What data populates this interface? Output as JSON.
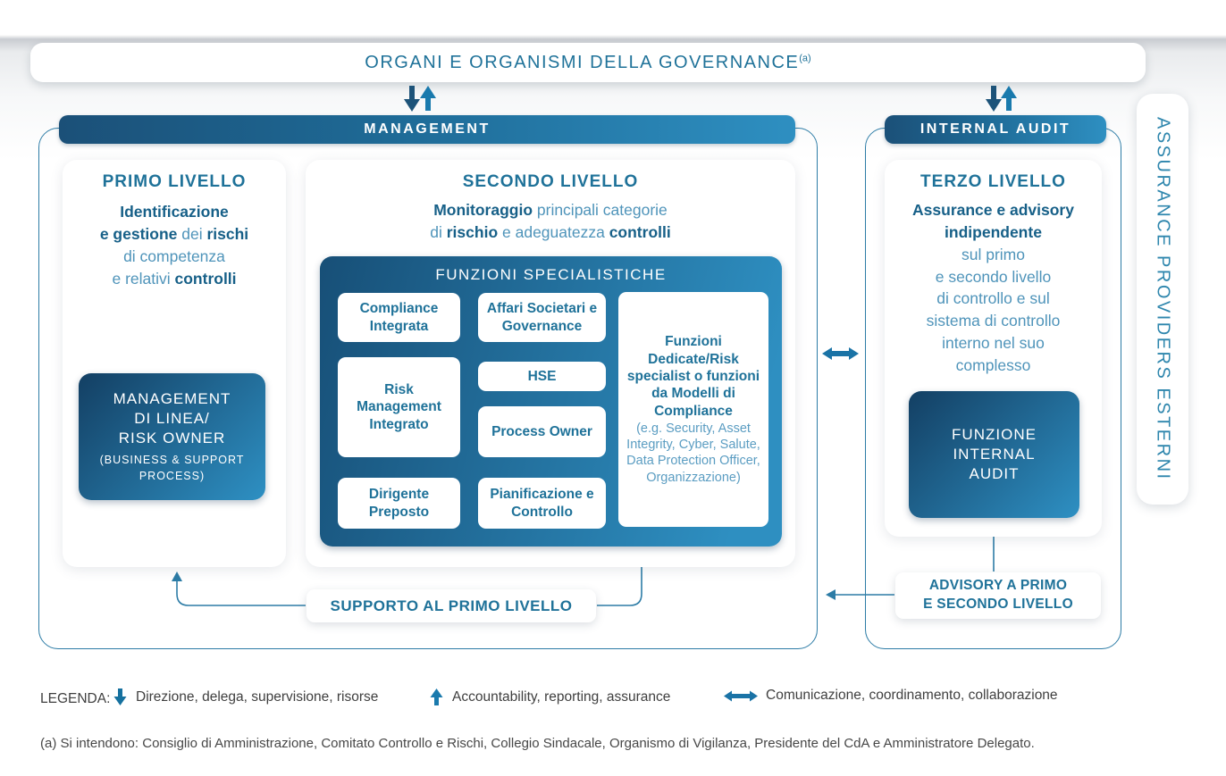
{
  "banner": {
    "title": "ORGANI E ORGANISMI DELLA GOVERNANCE",
    "footnote_ref": "(a)"
  },
  "assurance_bar": {
    "label": "ASSURANCE PROVIDERS ESTERNI"
  },
  "management": {
    "header": "MANAGEMENT",
    "primo": {
      "title": "PRIMO LIVELLO",
      "desc": {
        "l1b": "Identificazione",
        "l2b1": "e gestione",
        "l2r": " dei ",
        "l2b2": "rischi",
        "l3r": "di competenza",
        "l4r": "e relativi ",
        "l4b": "controlli"
      },
      "line_box": {
        "l1": "MANAGEMENT",
        "l2": "DI LINEA/",
        "l3": "RISK OWNER",
        "sub1": "(BUSINESS & SUPPORT",
        "sub2": "PROCESS)"
      }
    },
    "secondo": {
      "title": "SECONDO LIVELLO",
      "desc": {
        "l1b": "Monitoraggio",
        "l1r": " principali categorie",
        "l2r1": "di ",
        "l2b1": "rischio",
        "l2r2": " e adeguatezza ",
        "l2b2": "controlli"
      },
      "funzioni": {
        "title": "FUNZIONI SPECIALISTICHE",
        "compliance": "Compliance Integrata",
        "affari": "Affari Societari e Governance",
        "risk": "Risk Management Integrato",
        "hse": "HSE",
        "process": "Process Owner",
        "dirigente": "Dirigente Preposto",
        "pianificazione": "Pianificazione e Controllo",
        "dedicate_bold": "Funzioni Dedicate/Risk specialist o funzioni da Modelli di Compliance",
        "dedicate_light": "(e.g. Security, Asset Integrity, Cyber, Salute, Data Protection Officer, Organizzazione)"
      }
    },
    "supporto": "SUPPORTO AL PRIMO LIVELLO"
  },
  "internal_audit": {
    "header": "INTERNAL AUDIT",
    "terzo": {
      "title": "TERZO LIVELLO",
      "bold1": "Assurance e advisory",
      "bold2": "indipendente",
      "lines": [
        "sul primo",
        "e secondo livello",
        "di controllo e sul",
        "sistema di controllo",
        "interno nel suo",
        "complesso"
      ]
    },
    "funzione_box": {
      "l1": "FUNZIONE",
      "l2": "INTERNAL",
      "l3": "AUDIT"
    },
    "advisory": {
      "l1": "ADVISORY A PRIMO",
      "l2": "E SECONDO LIVELLO"
    }
  },
  "legend": {
    "label": "LEGENDA:",
    "items": [
      {
        "icon": "arrow-down",
        "text": "Direzione, delega, supervisione, risorse"
      },
      {
        "icon": "arrow-up",
        "text": "Accountability, reporting, assurance"
      },
      {
        "icon": "arrow-double-horizontal",
        "text": "Comunicazione, coordinamento, collaborazione"
      }
    ]
  },
  "footnote": "(a) Si intendono: Consiglio di Amministrazione, Comitato Controllo e Rischi, Collegio Sindacale, Organismo di Vigilanza, Presidente del CdA e Amministratore Delegato.",
  "colors": {
    "accent_dark": "#1b5078",
    "accent": "#1f7299",
    "accent_bright": "#2e8fc1",
    "text_bold": "#176088",
    "text_light": "#4f94ba",
    "border": "#2d7ca6",
    "arrow_down": "#1d5379",
    "arrow_up": "#1a7aad",
    "legend_text": "#3f3f3f"
  }
}
